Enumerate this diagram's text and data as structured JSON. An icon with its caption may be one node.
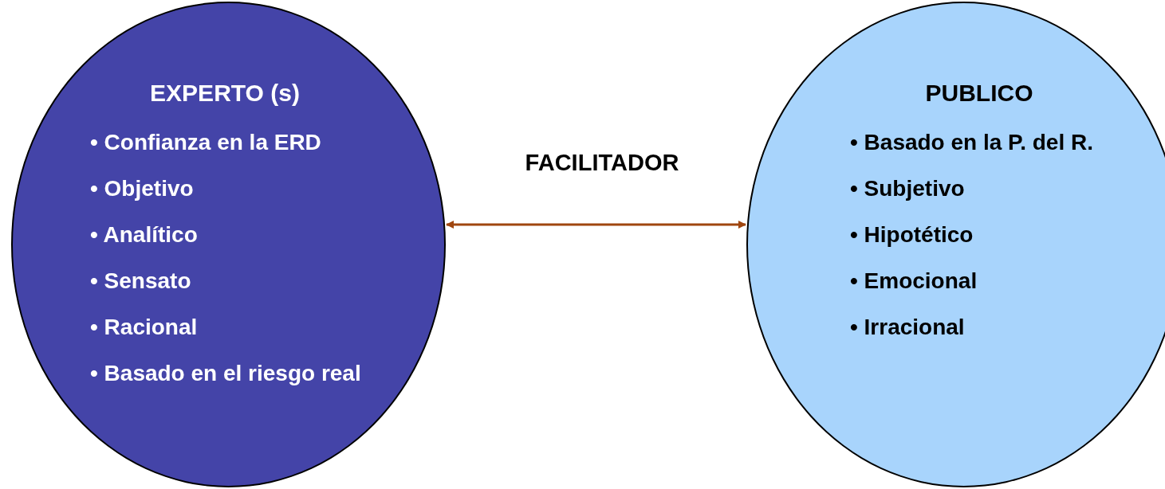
{
  "diagram": {
    "nodes": [
      {
        "text": [
          "EXPERTO (s)",
          "• Confianza en la ERD",
          "• Objetivo",
          "• Analítico",
          "• Sensato",
          "• Racional",
          "• Basado en el riesgo real"
        ]
      },
      {
        "text": [
          "PUBLICO",
          "• Basado en la P. del R.",
          "• Subjetivo",
          "• Hipotético",
          "• Emocional",
          "• Irracional"
        ]
      }
    ],
    "edges": [
      {
        "from": 0,
        "to": 1,
        "arrow": "both",
        "label": "FACILITADOR",
        "color": "#a0460f"
      }
    ]
  }
}
